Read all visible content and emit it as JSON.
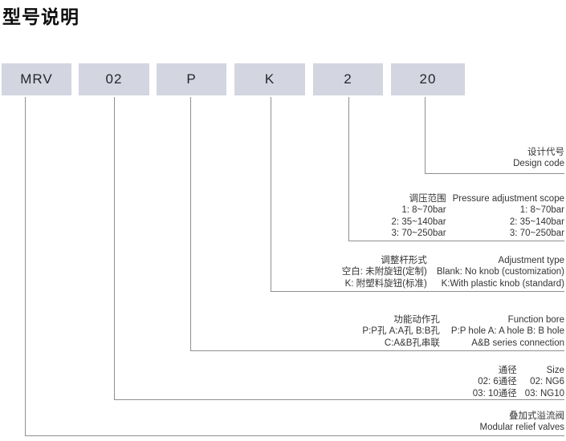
{
  "title": "型号说明",
  "model_code": {
    "segments": [
      {
        "value": "MRV"
      },
      {
        "value": "02"
      },
      {
        "value": "P"
      },
      {
        "value": "K"
      },
      {
        "value": "2"
      },
      {
        "value": "20"
      }
    ]
  },
  "sections": {
    "design_code": {
      "zh": "设计代号",
      "en": "Design code"
    },
    "pressure": {
      "header": {
        "zh": "调压范围",
        "en": "Pressure adjustment scope"
      },
      "rows": [
        {
          "zh": "1: 8~70bar",
          "en": "1: 8~70bar"
        },
        {
          "zh": "2: 35~140bar",
          "en": "2: 35~140bar"
        },
        {
          "zh": "3: 70~250bar",
          "en": "3: 70~250bar"
        }
      ]
    },
    "adjustment": {
      "header": {
        "zh": "调整杆形式",
        "en": "Adjustment type"
      },
      "rows": [
        {
          "zh": "空白: 未附旋钮(定制)",
          "en": "Blank: No knob (customization)"
        },
        {
          "zh": "K: 附塑料旋钮(标准)",
          "en": "K:With plastic knob (standard)"
        }
      ]
    },
    "function_bore": {
      "header": {
        "zh": "功能动作孔",
        "en": "Function bore"
      },
      "rows": [
        {
          "zh": "P:P孔  A:A孔  B:B孔",
          "en": "P:P hole   A: A hole   B: B hole"
        },
        {
          "zh": "C:A&B孔串联",
          "en": "A&B series connection"
        }
      ]
    },
    "size": {
      "header": {
        "zh": "通径",
        "en": "Size"
      },
      "rows": [
        {
          "zh": "02: 6通径",
          "en": "02: NG6"
        },
        {
          "zh": "03: 10通径",
          "en": "03: NG10"
        }
      ]
    },
    "product": {
      "zh": "叠加式溢流阀",
      "en": "Modular relief valves"
    }
  },
  "colors": {
    "box_background": "#d3d5e0",
    "line": "#8f8f8f",
    "text": "#343434"
  }
}
